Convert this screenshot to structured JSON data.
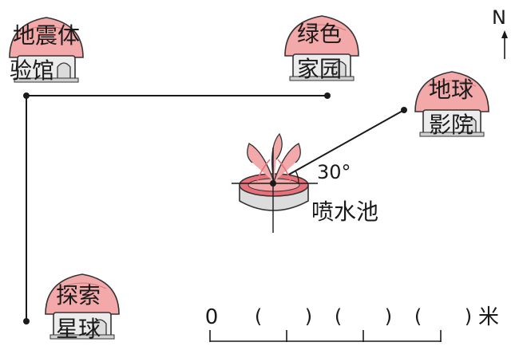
{
  "north": {
    "label": "N"
  },
  "buildings": {
    "quake_hall": {
      "line1": "地震体",
      "line2": "验馆"
    },
    "green_home": {
      "line1": "绿色",
      "line2": "家园"
    },
    "earth_cinema": {
      "line1": "地球",
      "line2": "影院"
    },
    "star_planet": {
      "line1": "探索",
      "line2": "星球"
    }
  },
  "fountain": {
    "label": "喷水池",
    "angle_label": "30°"
  },
  "scale_bar": {
    "zero": "0",
    "blanks": [
      "(       )",
      "(       )",
      "(       )"
    ],
    "unit": "米"
  },
  "colors": {
    "roof": "#f3a9a9",
    "wall": "#ececec",
    "water": "#e8707a",
    "ink": "#1a1a1a"
  }
}
